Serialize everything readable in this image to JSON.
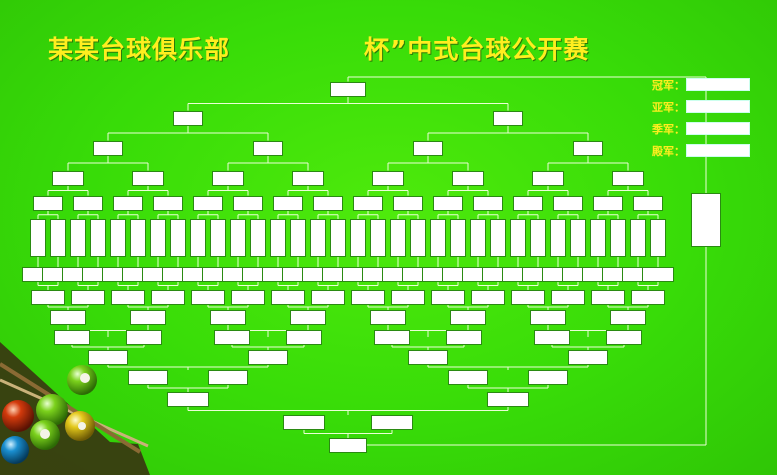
{
  "header": {
    "club_title": "某某台球俱乐部",
    "cup_title": "杯”中式台球公开赛"
  },
  "awards": [
    {
      "label": "冠军："
    },
    {
      "label": "亚军："
    },
    {
      "label": "季军："
    },
    {
      "label": "殿军："
    }
  ],
  "bracket": {
    "first_round_slots": 32,
    "rounds": 6
  },
  "decoration": {
    "balls": [
      "green",
      "red",
      "green",
      "yellow",
      "blue",
      "green"
    ],
    "board_color": "#3ddc0a",
    "title_color": "#ffee1f"
  }
}
